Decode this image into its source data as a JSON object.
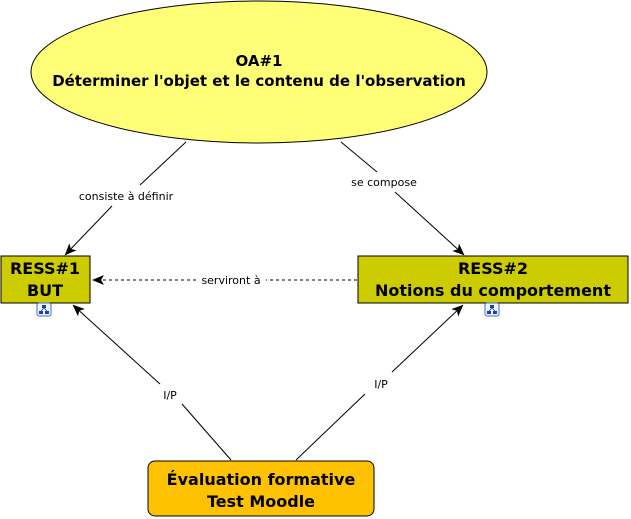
{
  "nodes": {
    "oa1": {
      "line1": "OA#1",
      "line2": "Déterminer l'objet et le contenu de l'observation",
      "fill": "#ffff77"
    },
    "ress1": {
      "line1": "RESS#1",
      "line2": "BUT",
      "fill": "#cccc00"
    },
    "ress2": {
      "line1": "RESS#2",
      "line2": "Notions du comportement",
      "fill": "#cccc00"
    },
    "eval": {
      "line1": "Évaluation formative",
      "line2": "Test Moodle",
      "fill": "#ffc200"
    }
  },
  "links": {
    "consiste": "consiste à définir",
    "compose": "se compose",
    "serviront": "serviront à",
    "ip_left": "I/P",
    "ip_right": "I/P"
  },
  "icons": {
    "ress1": "concept-map-icon",
    "ress2": "concept-map-icon"
  }
}
